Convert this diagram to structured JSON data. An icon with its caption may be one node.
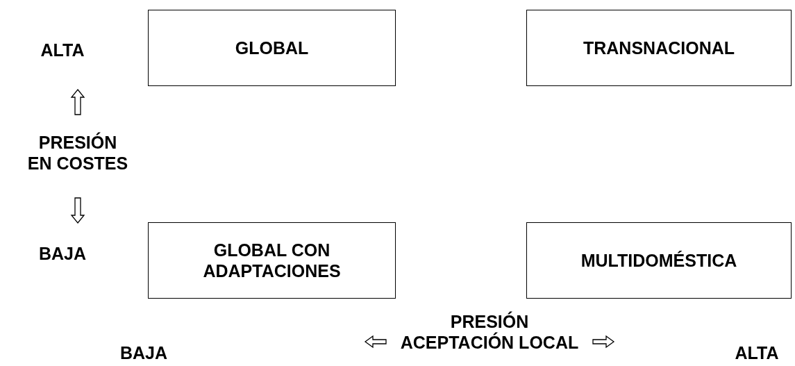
{
  "diagram": {
    "nodes": [
      {
        "text": [
          "GLOBAL"
        ]
      },
      {
        "text": [
          "TRANSNACIONAL"
        ]
      },
      {
        "text": [
          "GLOBAL CON ADAPTACIONES"
        ]
      },
      {
        "text": [
          "MULTIDOMÉSTICA"
        ]
      }
    ],
    "labels": [
      "ALTA",
      "PRESIÓN EN COSTES",
      "BAJA",
      "PRESIÓN ACEPTACIÓN LOCAL",
      "BAJA",
      "ALTA"
    ]
  }
}
